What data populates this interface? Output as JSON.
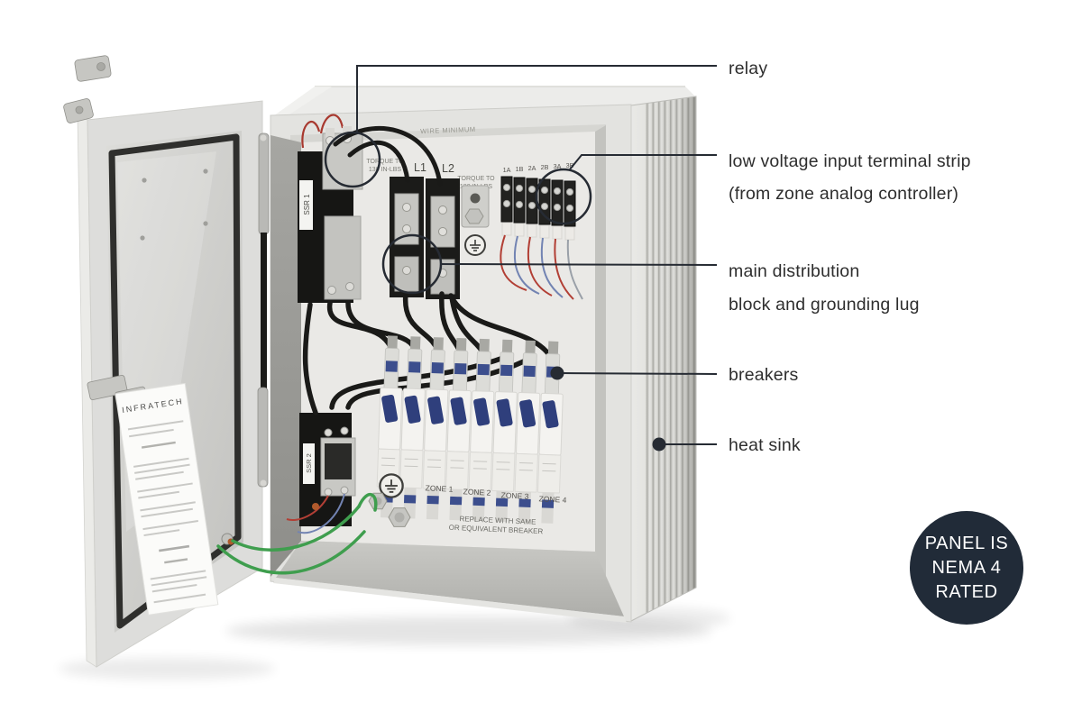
{
  "page": {
    "background": "#ffffff"
  },
  "callouts": {
    "relay": {
      "label": "relay"
    },
    "terminal_strip": {
      "line1": "low voltage input terminal strip",
      "line2": "(from zone analog controller)"
    },
    "distribution": {
      "line1": "main distribution",
      "line2": "block and grounding lug"
    },
    "breakers": {
      "label": "breakers"
    },
    "heat_sink": {
      "label": "heat sink"
    }
  },
  "badge": {
    "line1": "PANEL IS",
    "line2": "NEMA 4",
    "line3": "RATED",
    "background": "#212b38",
    "text_color": "#ffffff"
  },
  "panel_text": {
    "wire_minimum": "WIRE MINIMUM",
    "torque_130_line1": "TORQUE TO",
    "torque_130_line2": "130 IN-LBS",
    "l1": "L1",
    "l2": "L2",
    "torque_180_line1": "TORQUE TO",
    "torque_180_line2": "180 IN-LBS",
    "terminal_labels": [
      "1A",
      "1B",
      "2A",
      "2B",
      "3A",
      "3B"
    ],
    "relay1": "SSR 1",
    "relay2": "SSR 2",
    "zones": [
      "ZONE 1",
      "ZONE 2",
      "ZONE 3",
      "ZONE 4"
    ],
    "replace_line1": "REPLACE WITH SAME",
    "replace_line2": "OR EQUIVALENT BREAKER",
    "brand": "INFRATECH"
  },
  "colors": {
    "annotation": "#262b33",
    "enclosure": "#e3e3e0",
    "interior_panel": "#eae9e6",
    "relay_body": "#161614",
    "breaker_blue": "#35447e",
    "ground_wire": "#3f9e4e",
    "badge_background": "#212b38"
  }
}
